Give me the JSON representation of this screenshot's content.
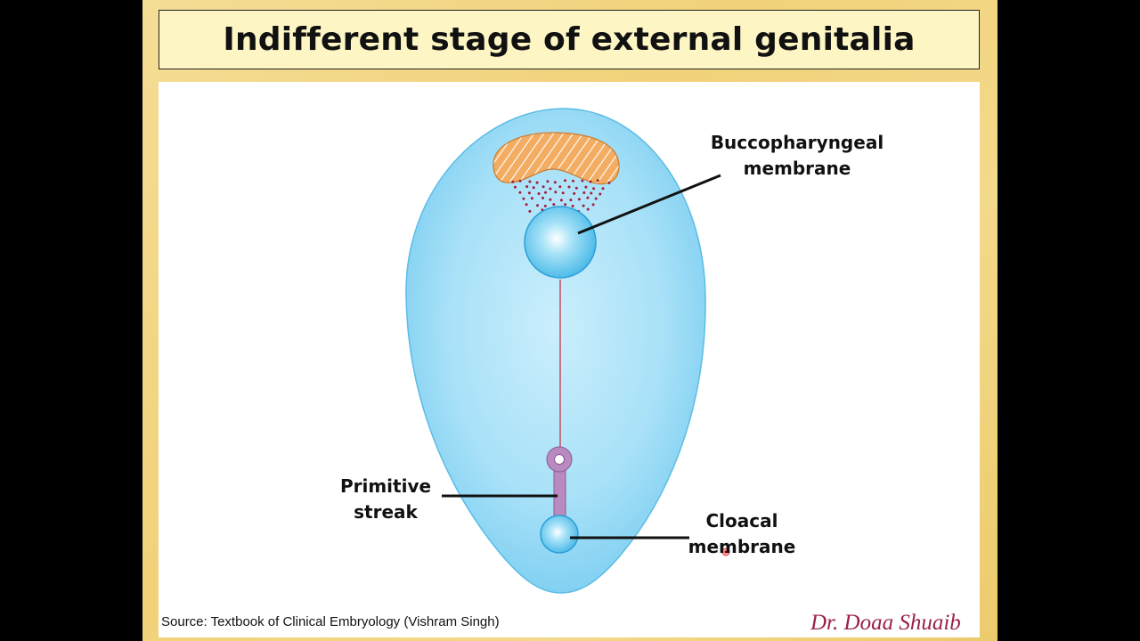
{
  "title": "Indifferent stage of external genitalia",
  "labels": {
    "buccopharyngeal": [
      "Buccopharyngeal",
      "membrane"
    ],
    "primitive_streak": [
      "Primitive",
      "streak"
    ],
    "cloacal": [
      "Cloacal",
      "membrane"
    ]
  },
  "source": "Source: Textbook of Clinical Embryology (Vishram Singh)",
  "signature": "Dr. Doaa Shuaib",
  "colors": {
    "embryonic_disc": "#8fd6f4",
    "membrane": "#6cc9ee",
    "primitive_streak": "#b98ac0",
    "prechordal_dots": "#a01e3a",
    "cardiogenic_area": "#f2ab62"
  }
}
